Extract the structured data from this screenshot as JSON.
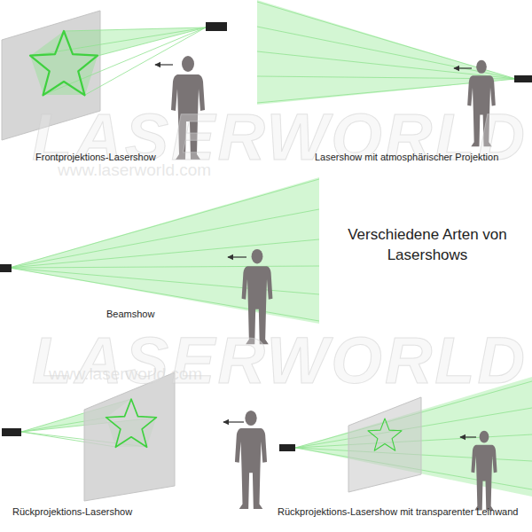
{
  "diagram": {
    "title": "Verschiedene Arten von Lasershows",
    "labels": [
      "LASERWORLD",
      "Frontprojektions-Lasershow",
      "Lasershow mit atmosphärischer Projektion",
      "www.laserworld.com",
      "Beamshow",
      "LASERWORLD",
      "www.laserworld.com",
      "Rückprojektions-Lasershow",
      "Rückprojektions-Lasershow mit transparenter Leinwand"
    ]
  }
}
